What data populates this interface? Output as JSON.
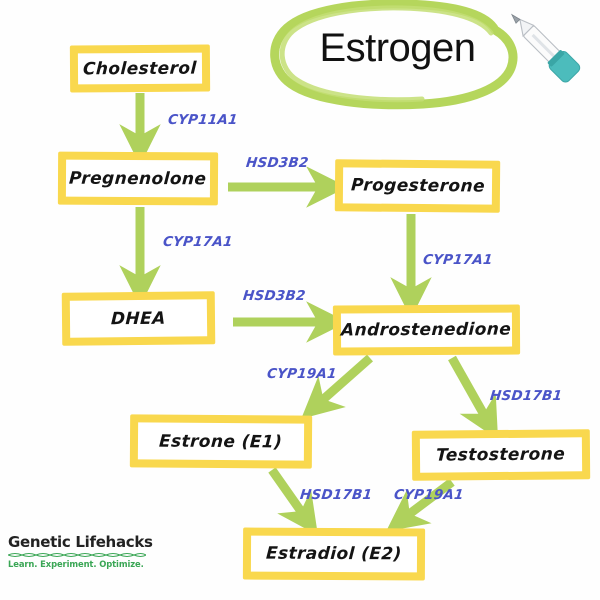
{
  "title": {
    "text": "Estrogen",
    "circle_color": "#b5d65c",
    "pen_color": "#4cbcbc"
  },
  "theme": {
    "box_border": "#f9d84e",
    "box_fill": "#ffffff",
    "arrow_green": "#afd15c",
    "enzyme_blue": "#4a54c8",
    "text_black": "#141414",
    "background": "#fefefe"
  },
  "nodes": [
    {
      "id": "cholesterol",
      "label": "Cholesterol"
    },
    {
      "id": "pregnenolone",
      "label": "Pregnenolone"
    },
    {
      "id": "dhea",
      "label": "DHEA"
    },
    {
      "id": "progesterone",
      "label": "Progesterone"
    },
    {
      "id": "androstenedione",
      "label": "Androstenedione"
    },
    {
      "id": "estrone",
      "label": "Estrone (E1)"
    },
    {
      "id": "testosterone",
      "label": "Testosterone"
    },
    {
      "id": "estradiol",
      "label": "Estradiol (E2)"
    }
  ],
  "edges": [
    {
      "id": "chol-preg",
      "from": "Cholesterol",
      "to": "Pregnenolone",
      "enzyme": "CYP11A1"
    },
    {
      "id": "preg-dhea",
      "from": "Pregnenolone",
      "to": "DHEA",
      "enzyme": "CYP17A1"
    },
    {
      "id": "preg-prog",
      "from": "Pregnenolone",
      "to": "Progesterone",
      "enzyme": "HSD3B2"
    },
    {
      "id": "prog-andro",
      "from": "Progesterone",
      "to": "Androstenedione",
      "enzyme": "CYP17A1"
    },
    {
      "id": "dhea-andro",
      "from": "DHEA",
      "to": "Androstenedione",
      "enzyme": "HSD3B2"
    },
    {
      "id": "andro-estr",
      "from": "Androstenedione",
      "to": "Estrone (E1)",
      "enzyme": "CYP19A1"
    },
    {
      "id": "andro-test",
      "from": "Androstenedione",
      "to": "Testosterone",
      "enzyme": "HSD17B1"
    },
    {
      "id": "estr-e2",
      "from": "Estrone (E1)",
      "to": "Estradiol (E2)",
      "enzyme": "HSD17B1"
    },
    {
      "id": "test-e2",
      "from": "Testosterone",
      "to": "Estradiol (E2)",
      "enzyme": "CYP19A1"
    }
  ],
  "logo": {
    "name": "Genetic Lifehacks",
    "tagline": "Learn. Experiment. Optimize."
  }
}
